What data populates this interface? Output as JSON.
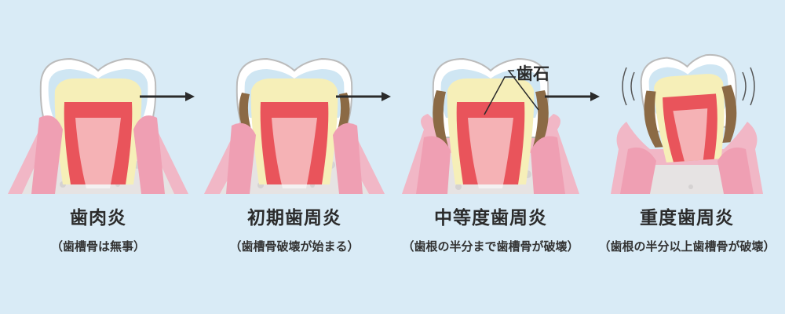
{
  "stages": [
    {
      "title": "歯肉炎",
      "subtitle": "（歯槽骨は無事）"
    },
    {
      "title": "初期歯周炎",
      "subtitle": "（歯槽骨破壊が始まる）"
    },
    {
      "title": "中等度歯周炎",
      "subtitle": "（歯根の半分まで歯槽骨が破壊）"
    },
    {
      "title": "重度歯周炎",
      "subtitle": "（歯根の半分以上歯槽骨が破壊）"
    }
  ],
  "callout": {
    "label": "歯石"
  },
  "colors": {
    "background": "#d9ebf6",
    "bone": "#e6e3e3",
    "gum": "#ef9fb3",
    "dentin": "#f6efb8",
    "pulp": "#e9545b",
    "tartar": "#8b6a45",
    "enamel": "#ffffff"
  }
}
